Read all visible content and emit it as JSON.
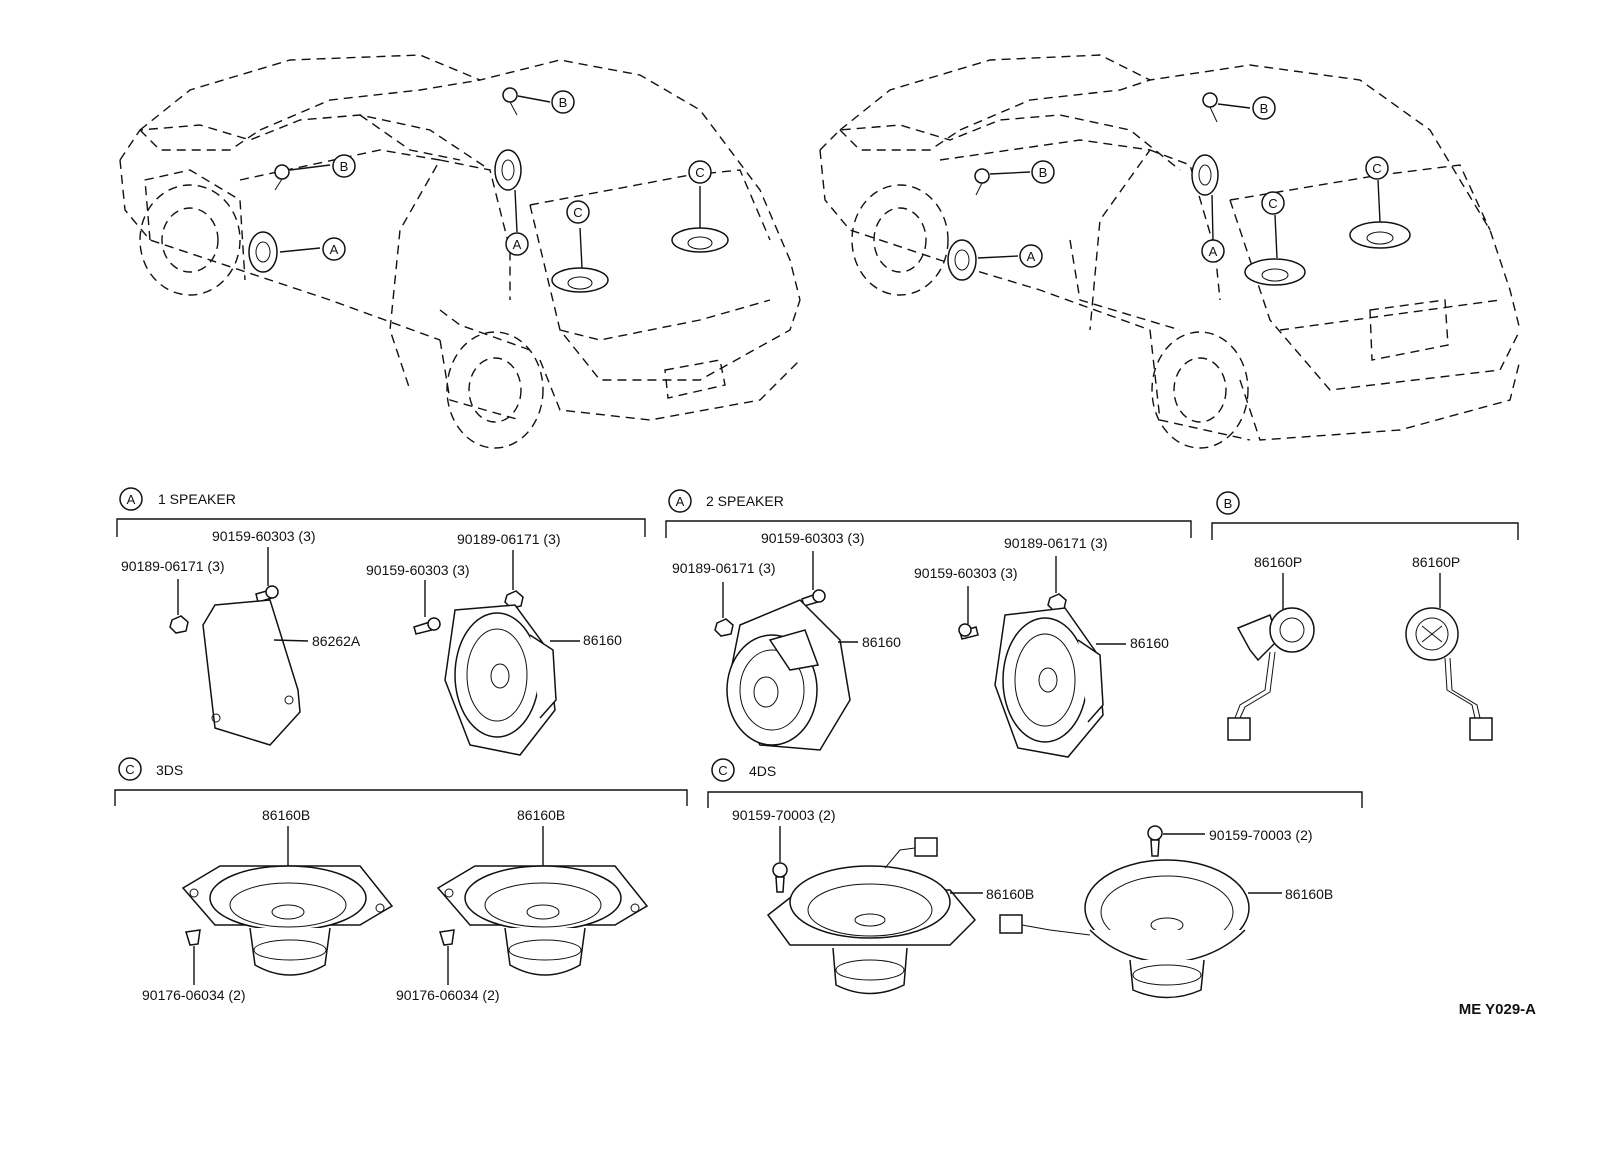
{
  "callouts": {
    "A": "A",
    "B": "B",
    "C": "C"
  },
  "sections": {
    "a1_title": "1 SPEAKER",
    "a2_title": "2 SPEAKER",
    "c3_title": "3DS",
    "c4_title": "4DS"
  },
  "parts": {
    "a1_bolt_front": "90189-06171 (3)",
    "a1_screw_cover": "90159-60303 (3)",
    "a1_cover": "86262A",
    "a1_bolt_rear": "90189-06171 (3)",
    "a1_screw_rear": "90159-60303 (3)",
    "a1_speaker": "86160",
    "a2_bolt_front": "90189-06171 (3)",
    "a2_screw_front": "90159-60303 (3)",
    "a2_speaker_front": "86160",
    "a2_bolt_rear": "90189-06171 (3)",
    "a2_screw_rear": "90159-60303 (3)",
    "a2_speaker_rear": "86160",
    "b_tweeter_1": "86160P",
    "b_tweeter_2": "86160P",
    "c3_speaker_1": "86160B",
    "c3_speaker_2": "86160B",
    "c3_nut_1": "90176-06034 (2)",
    "c3_nut_2": "90176-06034 (2)",
    "c4_screw_1": "90159-70003 (2)",
    "c4_screw_2": "90159-70003 (2)",
    "c4_speaker_1": "86160B",
    "c4_speaker_2": "86160B"
  },
  "footer": {
    "ref": "ME Y029-A"
  }
}
